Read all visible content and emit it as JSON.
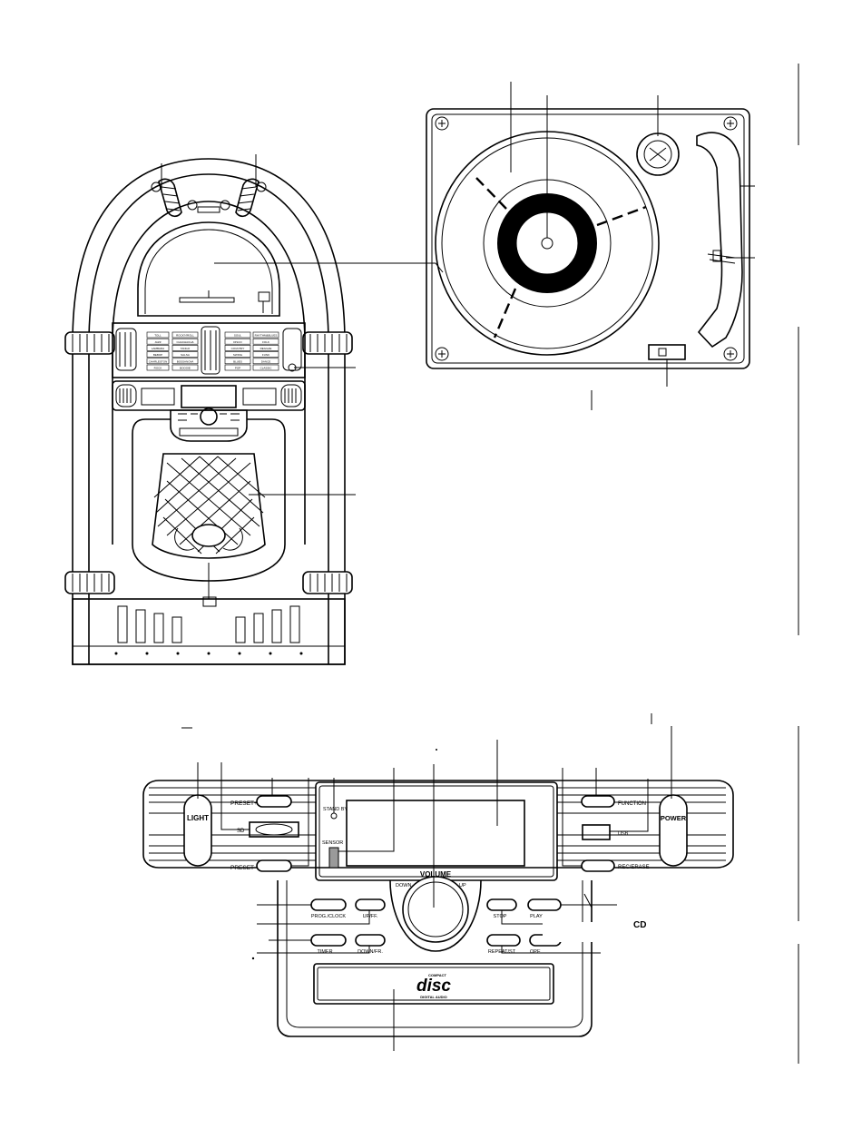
{
  "front_panel": {
    "light": "LIGHT",
    "preset_plus": "PRESET+",
    "preset_minus": "PRESET -",
    "sd": "SD",
    "standby": "STAND BY",
    "sensor": "SENSOR",
    "volume": "VOLUME",
    "down": "DOWN",
    "up": "UP",
    "function": "FUNCTION",
    "usb": "USB",
    "rec_erase": "REC/ERASE",
    "power": "POWER",
    "prog_clock": "PROG./CLOCK",
    "up_ff": "UP/FF.",
    "timer": "TIMER",
    "down_fr": "DOWN/FR.",
    "stop": "STOP",
    "play": "PLAY",
    "repeat_st": "REPEAT/ST",
    "open": "OPE",
    "cd_fragment": "CD"
  },
  "cd_logo": {
    "top": "COMPACT",
    "main": "disc",
    "bottom": "DIGITAL AUDIO"
  },
  "selector_cards": {
    "left_col_a": [
      "TOLL",
      "JAZZ",
      "LAMBADA",
      "BEBOP",
      "CHARLESTON",
      "ROCK"
    ],
    "left_col_b": [
      "ROCK'N'ROLL",
      "CHACHACHA",
      "TANGO",
      "SALSA",
      "BOSSANOVA",
      "BOOGIE"
    ],
    "right_col_a": [
      "SOUL",
      "DISCO",
      "COUNTRY",
      "SWING",
      "BLUES",
      "POP"
    ],
    "right_col_b": [
      "RHYTHM&BLUES",
      "FOLK",
      "REGGAE",
      "FUNK",
      "DANCE",
      "CLASSIC"
    ]
  }
}
